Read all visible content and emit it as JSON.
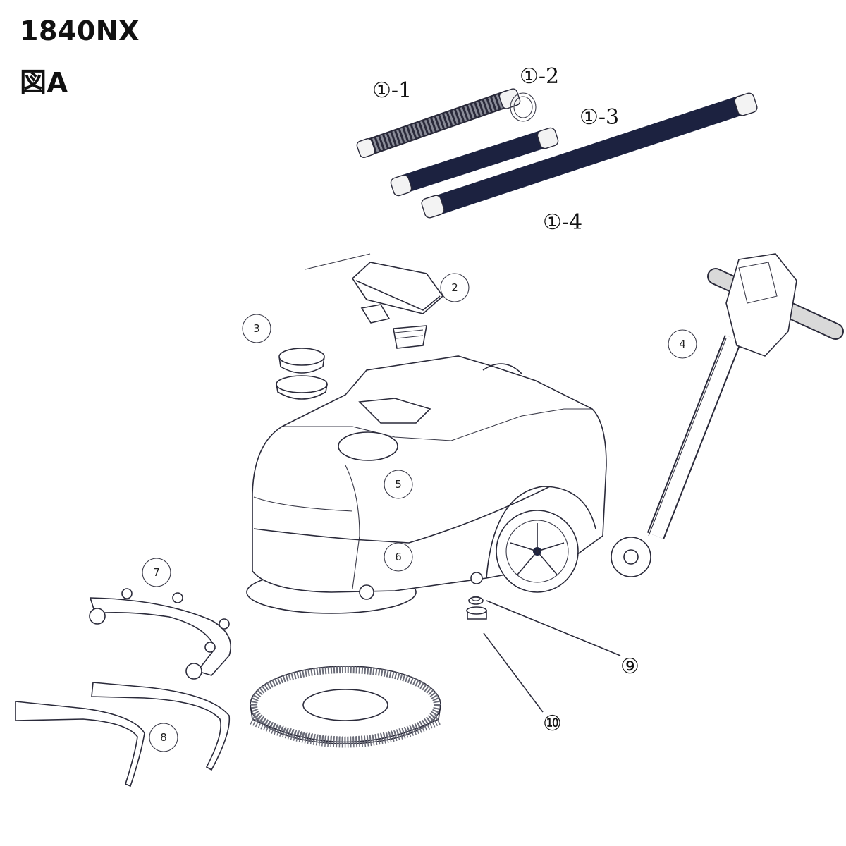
{
  "header": {
    "model": "1840NX",
    "figure": "図A"
  },
  "callouts": {
    "p1_1": "①-1",
    "p1_2": "①-2",
    "p1_3": "①-3",
    "p1_4": "①-4",
    "p2": "2",
    "p3": "3",
    "p4": "4",
    "p5": "5",
    "p6": "6",
    "p7": "7",
    "p8": "8",
    "p9": "⑨",
    "p10": "⑩"
  }
}
